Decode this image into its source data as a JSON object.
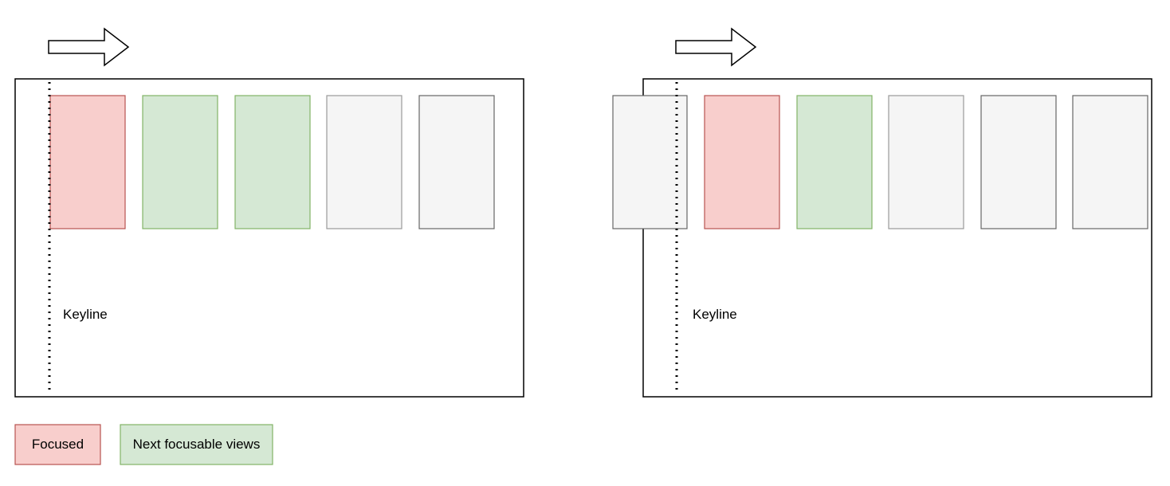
{
  "panels": [
    {
      "keyline_label": "Keyline",
      "views": [
        "focused",
        "next",
        "next",
        "idle",
        "idle-dark"
      ]
    },
    {
      "keyline_label": "Keyline",
      "views": [
        "idle-dark",
        "focused",
        "next",
        "idle",
        "idle-dark",
        "idle-dark"
      ]
    }
  ],
  "legend": {
    "focused_label": "Focused",
    "next_label": "Next focusable views"
  },
  "icons": {
    "direction": "arrow-right-icon"
  },
  "colors": {
    "focused_fill": "#f8cecc",
    "focused_stroke": "#b85450",
    "next_fill": "#d5e8d4",
    "next_stroke": "#82b366",
    "idle_fill": "#f5f5f5",
    "idle_stroke": "#999999",
    "idle_dark_fill": "#f5f5f5",
    "idle_dark_stroke": "#666666",
    "frame_stroke": "#000000"
  }
}
